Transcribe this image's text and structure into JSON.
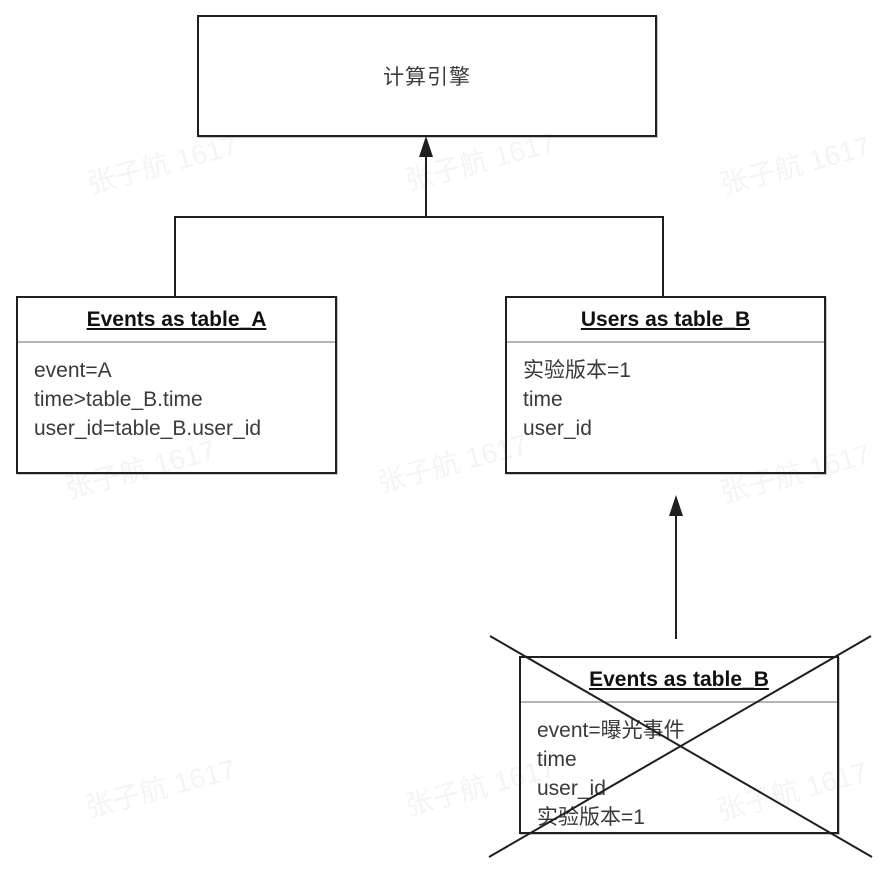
{
  "watermark": {
    "text": "张子航 1617"
  },
  "diagram": {
    "engine": {
      "title": "计算引擎"
    },
    "table_a": {
      "title": "Events as table_A",
      "fields": [
        "event=A",
        "time>table_B.time",
        "user_id=table_B.user_id"
      ]
    },
    "table_b_users": {
      "title": "Users as table_B",
      "fields": [
        "实验版本=1",
        "time",
        "user_id"
      ]
    },
    "table_b_events": {
      "title": "Events as table_B",
      "fields": [
        "event=曝光事件",
        "time",
        "user_id",
        "实验版本=1"
      ],
      "crossed_out": "true"
    },
    "colors": {
      "line": "#1f1f1f",
      "divider": "#b5b5b5",
      "text": "#3a3a3a",
      "watermark": "#f2f2f2"
    }
  }
}
